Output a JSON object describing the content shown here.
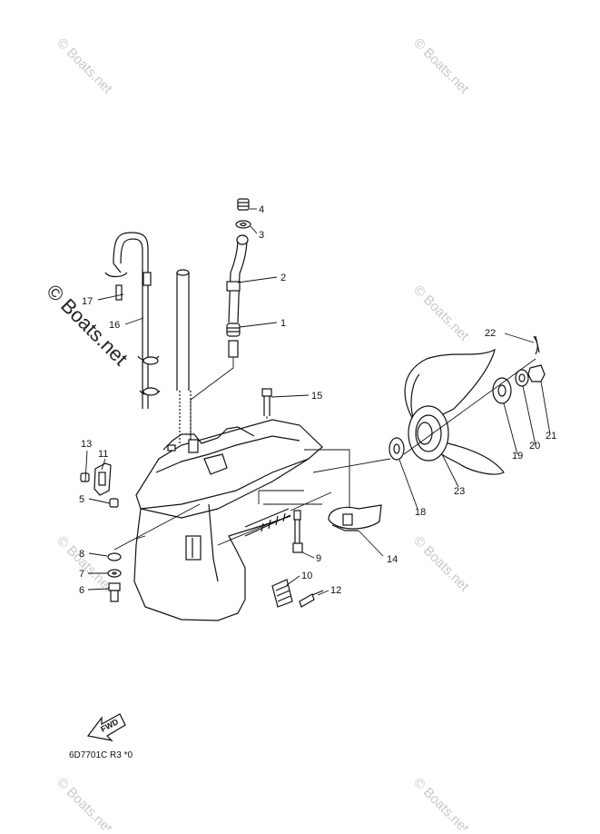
{
  "watermark": {
    "small": "© Boats.net",
    "large": "© Boats.net"
  },
  "callouts": [
    "1",
    "2",
    "3",
    "4",
    "5",
    "6",
    "7",
    "8",
    "9",
    "10",
    "11",
    "12",
    "13",
    "14",
    "15",
    "16",
    "17",
    "18",
    "19",
    "20",
    "21",
    "22",
    "23"
  ],
  "fwd_label": "FWD",
  "diagram_code": "6D7701C R3 *0"
}
